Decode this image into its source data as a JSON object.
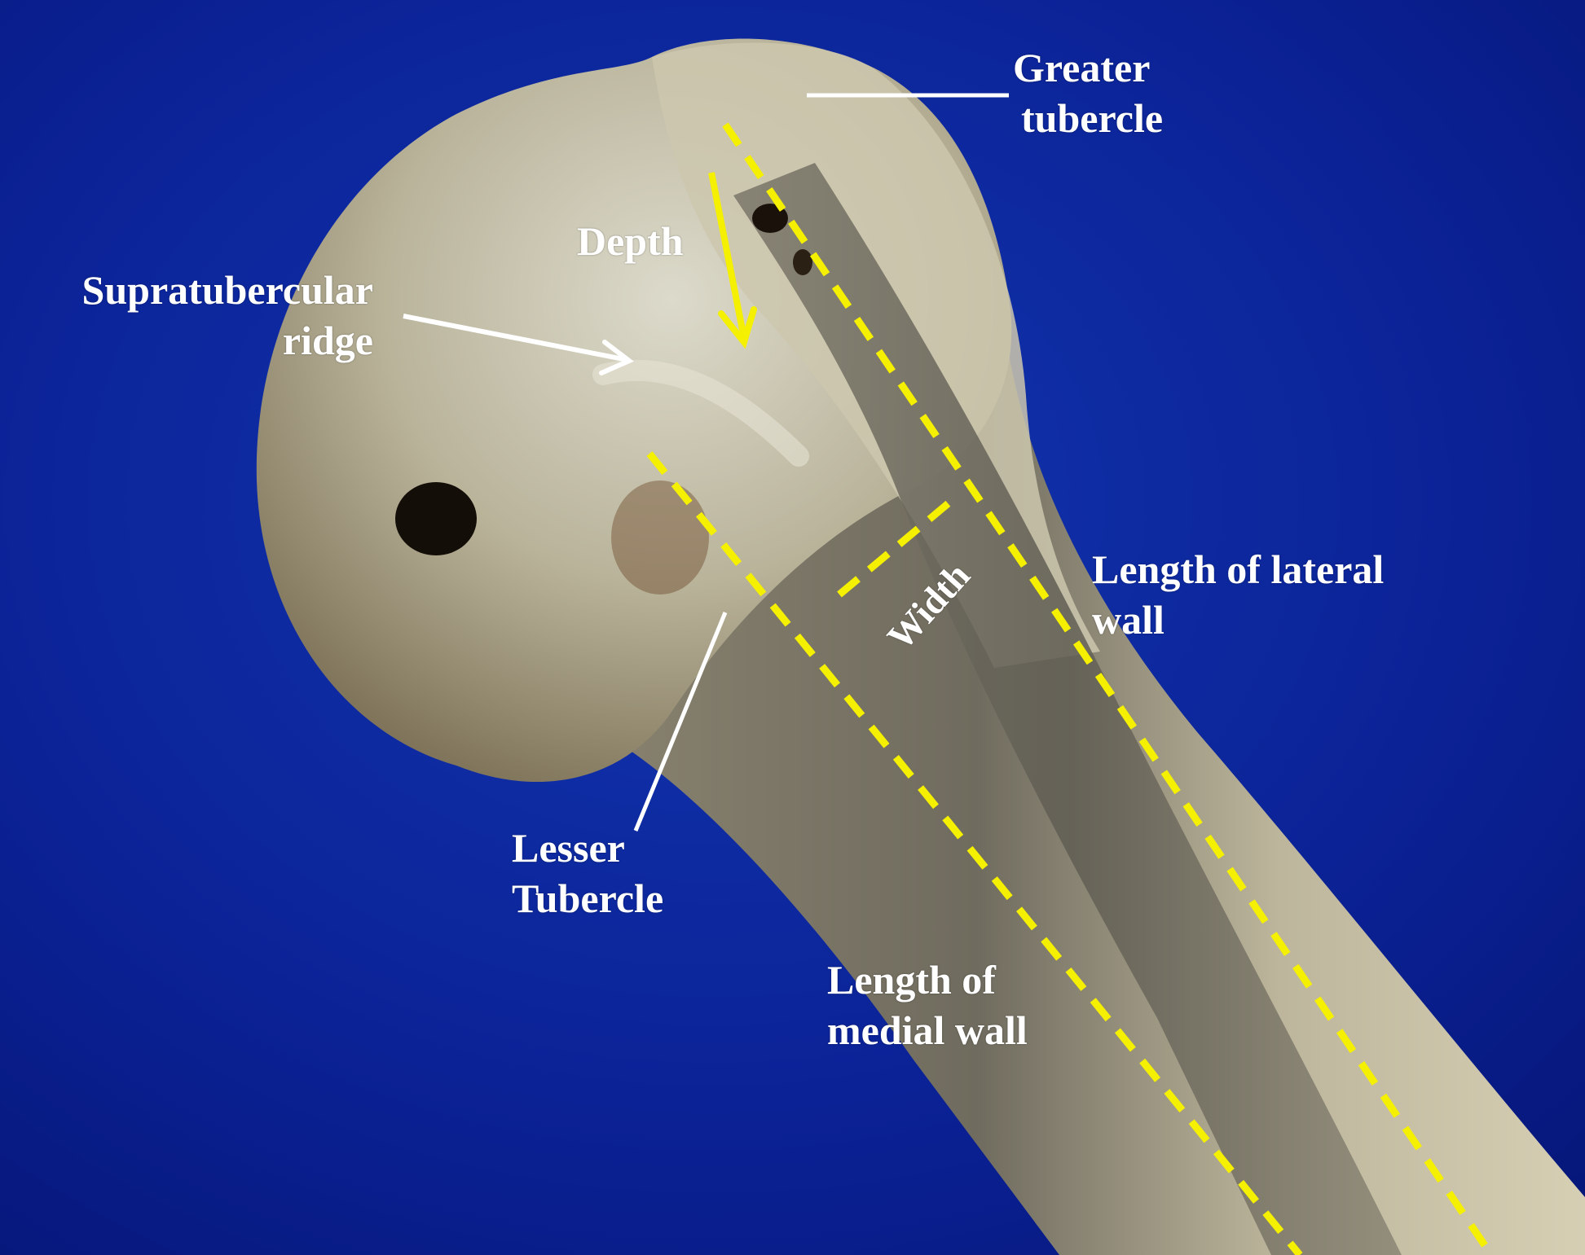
{
  "figure": {
    "subject": "Proximal humerus, anterior view (bicipital groove)",
    "background_color": "#0a1e8c",
    "bone_color": "#c9c5b0",
    "measure_color": "#f5f000",
    "annotation_color": "#ffffff"
  },
  "labels": {
    "greater_tubercle": [
      "Greater",
      "tubercle"
    ],
    "depth": "Depth",
    "supratubercular_ridge": [
      "Supratubercular",
      "ridge"
    ],
    "width": "Width",
    "length_lateral_wall": [
      "Length of lateral",
      "wall"
    ],
    "lesser_tubercle": [
      "Lesser",
      "Tubercle"
    ],
    "length_medial_wall": [
      "Length of",
      "medial wall"
    ]
  },
  "measurements": [
    {
      "name": "Depth",
      "style": "solid-arrow"
    },
    {
      "name": "Width",
      "style": "dashed"
    },
    {
      "name": "Length of lateral wall",
      "style": "dashed"
    },
    {
      "name": "Length of medial wall",
      "style": "dashed"
    }
  ]
}
